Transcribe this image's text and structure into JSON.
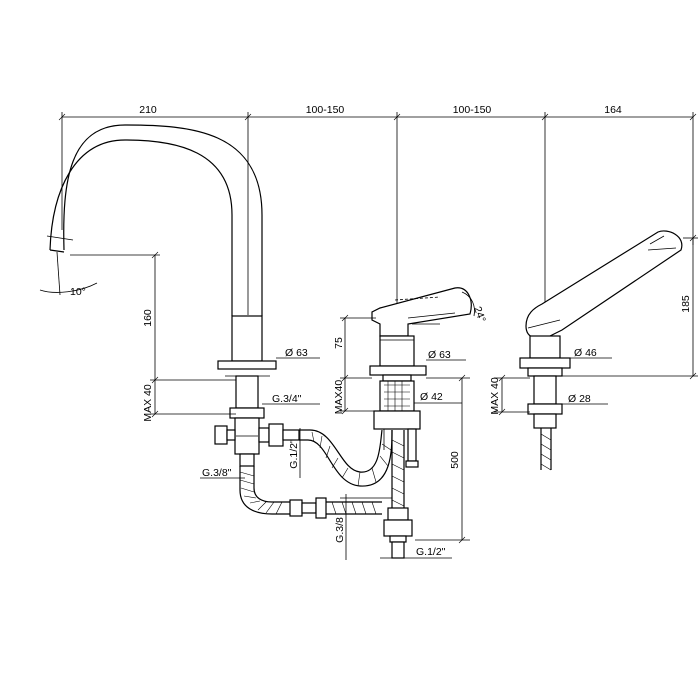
{
  "dimensions": {
    "top_210": "210",
    "top_100_150_a": "100-150",
    "top_100_150_b": "100-150",
    "top_164": "164",
    "angle_10": "10°",
    "angle_24": "24°",
    "height_160": "160",
    "height_185": "185",
    "height_75": "75",
    "height_500": "500",
    "max40_left": "MAX 40",
    "max40_mid": "MAX40",
    "max40_right": "MAX 40",
    "dia_63_spout": "Ø 63",
    "dia_63_mixer": "Ø 63",
    "dia_46": "Ø 46",
    "dia_42": "Ø 42",
    "dia_28": "Ø 28",
    "thread_g34": "G.3/4\"",
    "thread_g12_vert": "G.1/2\"",
    "thread_g38": "G.3/8\"",
    "thread_g38_vert": "G.3/8",
    "thread_g12_bottom": "G.1/2\""
  },
  "colors": {
    "line": "#000000",
    "background": "#ffffff"
  }
}
